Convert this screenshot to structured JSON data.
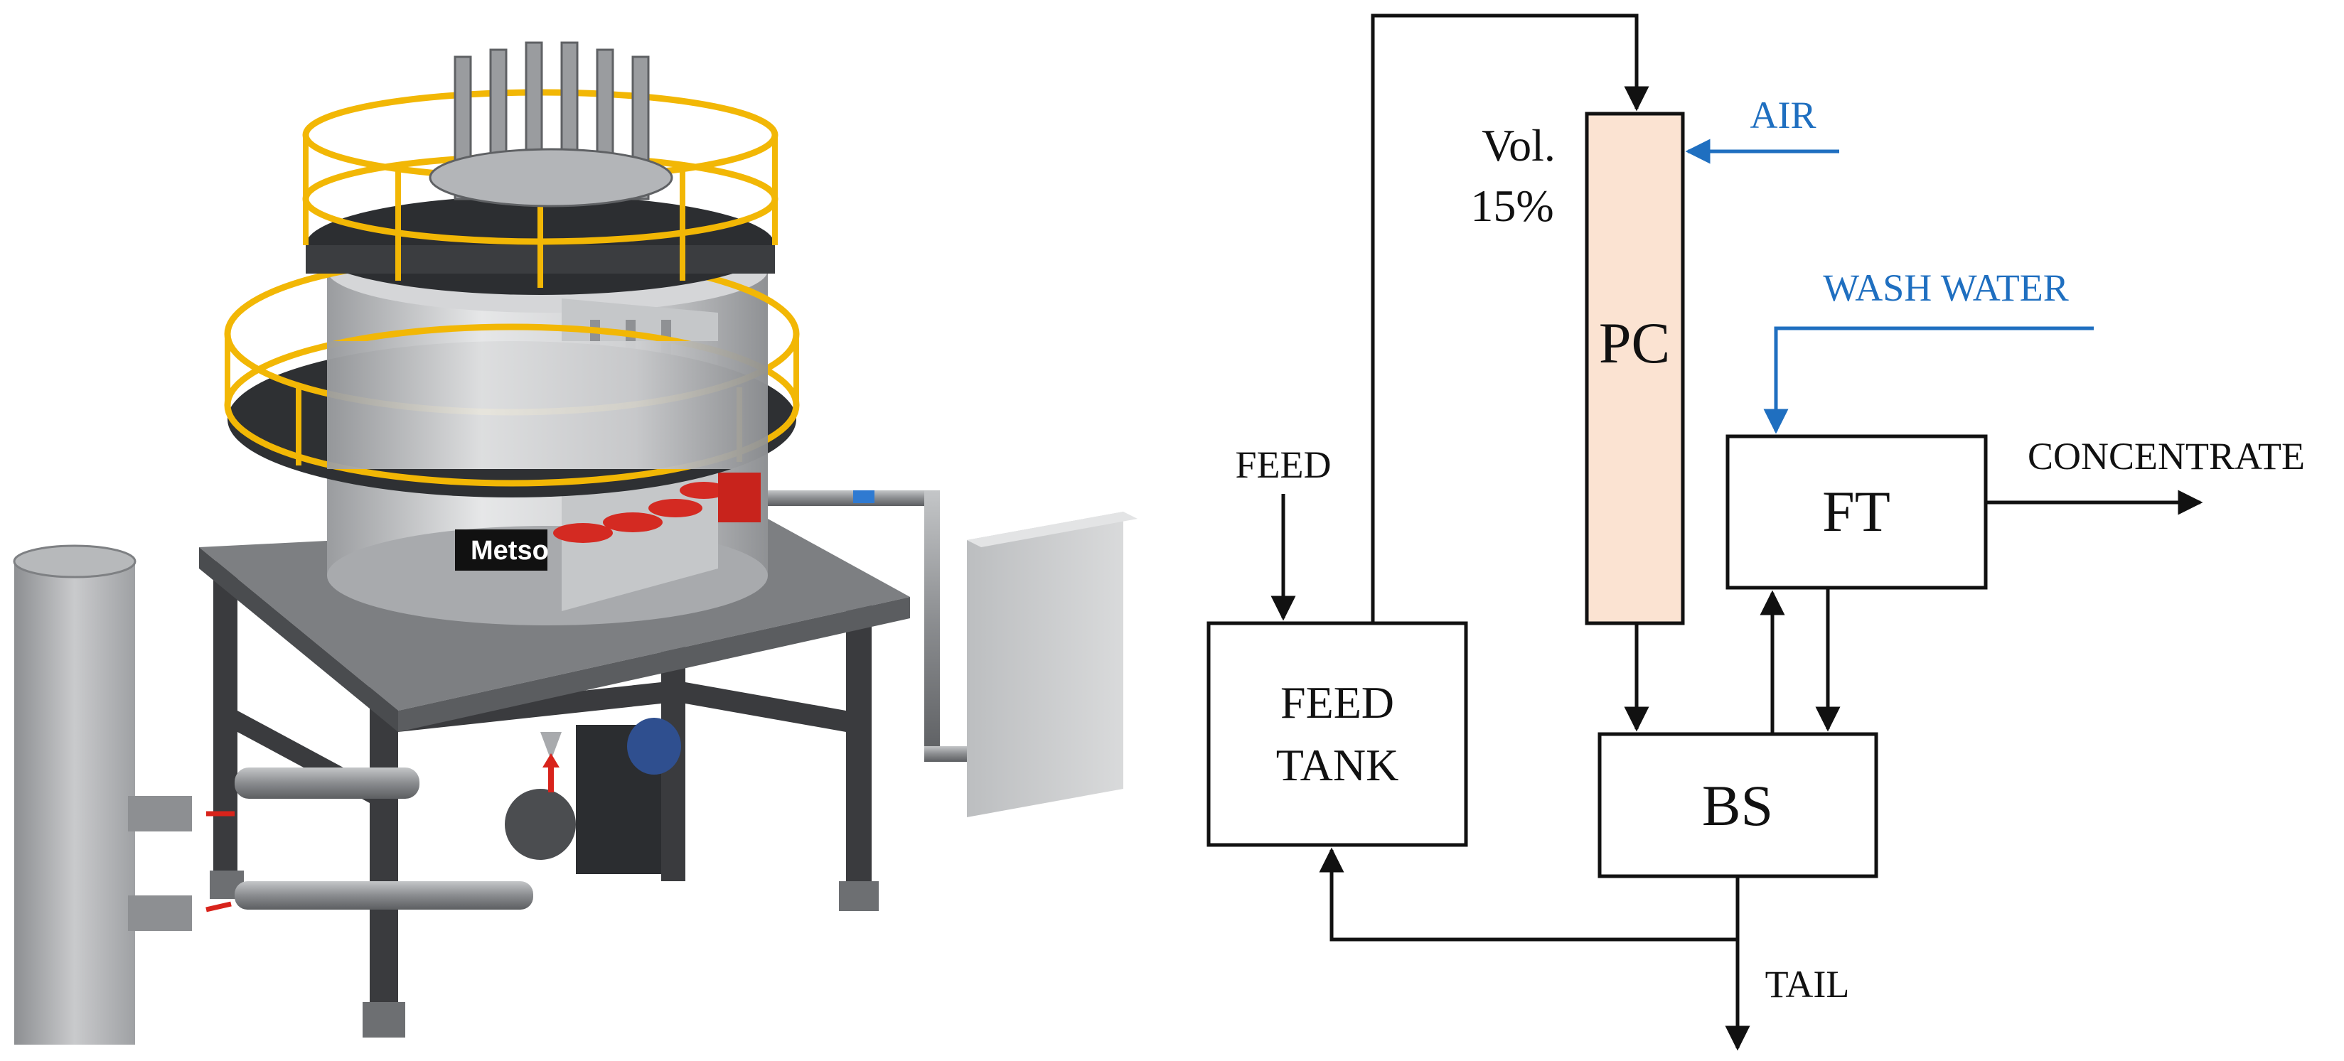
{
  "photo": {
    "brand_text": "Metso"
  },
  "diagram": {
    "pc": {
      "label": "PC",
      "annotation_line1": "Vol.",
      "annotation_line2": "15%"
    },
    "ft": {
      "label": "FT"
    },
    "bs": {
      "label": "BS"
    },
    "feed_tank": {
      "label_line1": "FEED",
      "label_line2": "TANK"
    },
    "streams": {
      "air": "AIR",
      "wash_water": "WASH WATER",
      "feed": "FEED",
      "concentrate": "CONCENTRATE",
      "tail": "TAIL"
    },
    "colors": {
      "pc_fill": "#fbe3d2",
      "utility_stream": "#1f6fc0",
      "main_stream": "#111111"
    }
  }
}
